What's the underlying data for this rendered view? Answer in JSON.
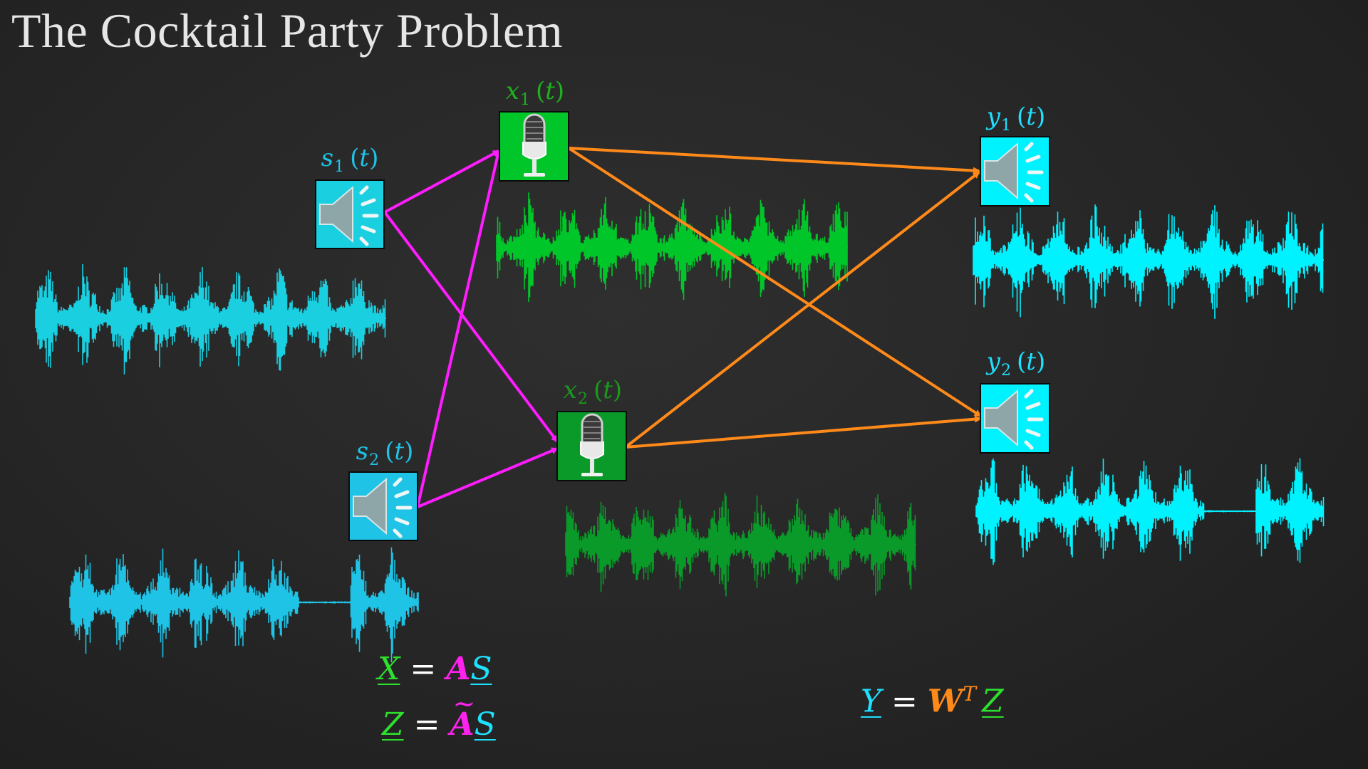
{
  "title": "The Cocktail Party Problem",
  "colors": {
    "source": "#19cfe0",
    "source2": "#1ec3e6",
    "mic1": "#00c62a",
    "mic2": "#0a9a2a",
    "output": "#00f2ff",
    "mixing_arrow": "#ff1cff",
    "unmixing_arrow": "#ff8a1a",
    "green_text": "#2ee02e",
    "magenta_text": "#ff22ee",
    "orange_text": "#ff8a1a",
    "cyan_text": "#1ee0ff"
  },
  "icons": {
    "speaker": "speaker-icon",
    "microphone": "microphone-icon"
  },
  "nodes": [
    {
      "id": "s1",
      "kind": "speaker",
      "var": "s",
      "sub": "1",
      "arg": "t"
    },
    {
      "id": "s2",
      "kind": "speaker",
      "var": "s",
      "sub": "2",
      "arg": "t"
    },
    {
      "id": "x1",
      "kind": "microphone",
      "var": "x",
      "sub": "1",
      "arg": "t"
    },
    {
      "id": "x2",
      "kind": "microphone",
      "var": "x",
      "sub": "2",
      "arg": "t"
    },
    {
      "id": "y1",
      "kind": "speaker",
      "var": "y",
      "sub": "1",
      "arg": "t"
    },
    {
      "id": "y2",
      "kind": "speaker",
      "var": "y",
      "sub": "2",
      "arg": "t"
    }
  ],
  "edges": [
    {
      "from": "s1",
      "to": "x1",
      "group": "mixing"
    },
    {
      "from": "s1",
      "to": "x2",
      "group": "mixing"
    },
    {
      "from": "s2",
      "to": "x1",
      "group": "mixing"
    },
    {
      "from": "s2",
      "to": "x2",
      "group": "mixing"
    },
    {
      "from": "x1",
      "to": "y1",
      "group": "unmixing"
    },
    {
      "from": "x1",
      "to": "y2",
      "group": "unmixing"
    },
    {
      "from": "x2",
      "to": "y1",
      "group": "unmixing"
    },
    {
      "from": "x2",
      "to": "y2",
      "group": "unmixing"
    }
  ],
  "equations": {
    "eq1": {
      "lhs": "X",
      "op": "=",
      "matrix": "A",
      "rhs": "S"
    },
    "eq2": {
      "lhs": "Z",
      "op": "=",
      "matrix": "A",
      "rhs": "S"
    },
    "eq3": {
      "lhs": "Y",
      "op": "=",
      "matrix": "W",
      "sup": "T",
      "rhs": "Z"
    }
  }
}
